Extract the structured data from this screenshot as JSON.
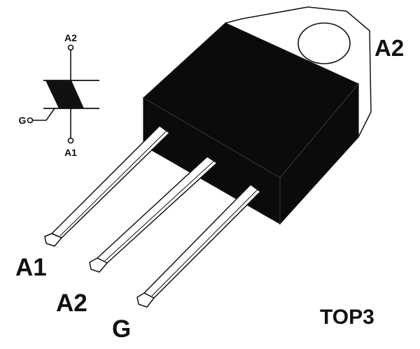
{
  "symbol": {
    "top_terminal": "A2",
    "bottom_terminal": "A1",
    "gate_terminal": "G"
  },
  "package": {
    "tab_label": "A2",
    "pins": [
      "A1",
      "A2",
      "G"
    ],
    "name": "TOP3"
  },
  "colors": {
    "body": "#0b0b0b",
    "outline": "#111111",
    "background": "#ffffff"
  }
}
